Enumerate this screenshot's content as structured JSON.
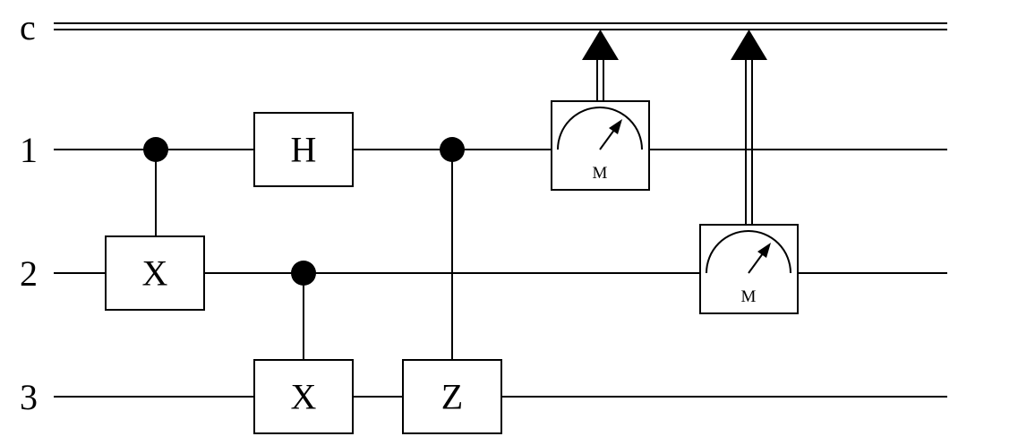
{
  "wires": [
    {
      "id": "c",
      "label": "c",
      "kind": "classical"
    },
    {
      "id": "q1",
      "label": "1",
      "kind": "quantum"
    },
    {
      "id": "q2",
      "label": "2",
      "kind": "quantum"
    },
    {
      "id": "q3",
      "label": "3",
      "kind": "quantum"
    }
  ],
  "gates": [
    {
      "id": "cnot1-target",
      "label": "X"
    },
    {
      "id": "hadamard",
      "label": "H"
    },
    {
      "id": "cnot2-target",
      "label": "X"
    },
    {
      "id": "cz-target",
      "label": "Z"
    }
  ],
  "measurements": [
    {
      "id": "measure-q1",
      "label": "M"
    },
    {
      "id": "measure-q2",
      "label": "M"
    }
  ],
  "colors": {
    "line": "#000000",
    "background": "#ffffff"
  }
}
